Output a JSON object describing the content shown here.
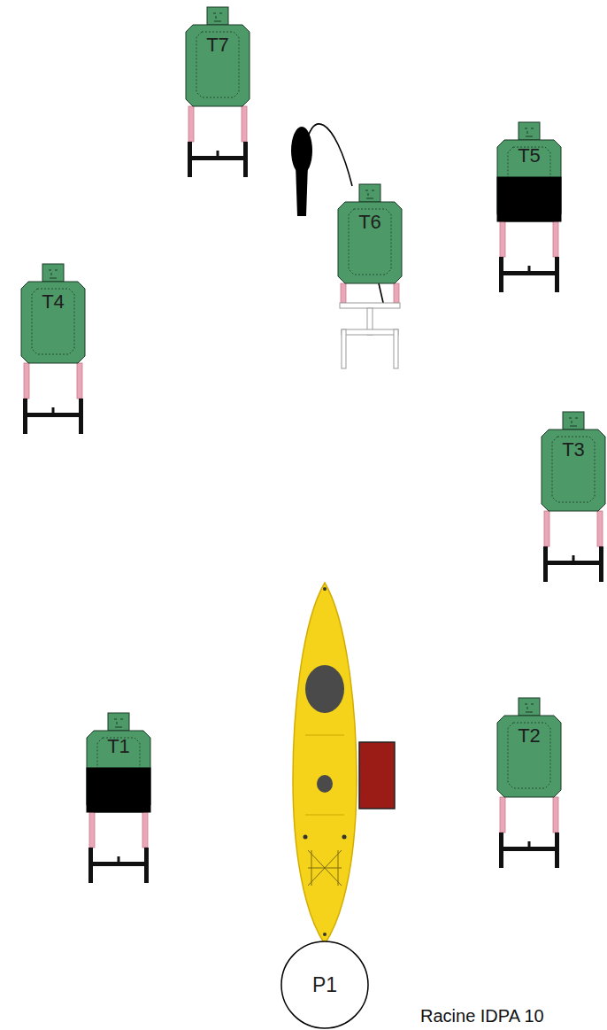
{
  "diagram": {
    "nodes": [
      {
        "text": [
          "T1"
        ]
      },
      {
        "text": [
          "T2"
        ]
      },
      {
        "text": [
          "T3"
        ]
      },
      {
        "text": [
          "T4"
        ]
      },
      {
        "text": [
          "T5"
        ]
      },
      {
        "text": [
          "T6"
        ]
      },
      {
        "text": [
          "T7"
        ]
      },
      {
        "text": [
          "P1"
        ]
      }
    ],
    "labels": [
      "Racine IDPA 10"
    ]
  }
}
